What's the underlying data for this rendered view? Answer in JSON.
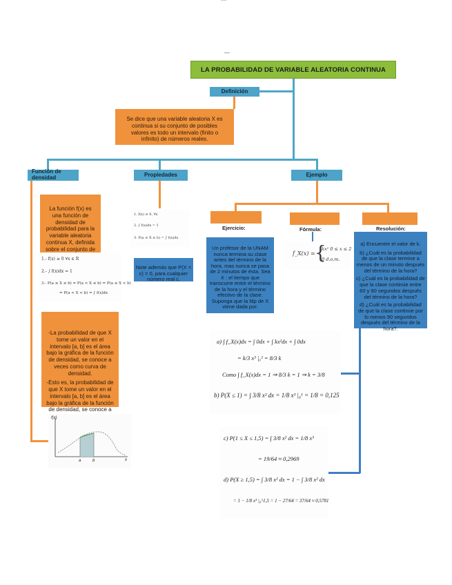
{
  "page_marker": "—",
  "title": "LA PROBABILIDAD DE VARIABLE ALEATORIA CONTINUA",
  "definicion": {
    "label": "Definición",
    "text": "Se dice que una variable aleatoria X es continua si su conjunto de posibles valores es todo un intervalo (finito o infinito) de números reales."
  },
  "funcion": {
    "label": "Función de densidad",
    "text1": "La función f(x) es una función de densidad de probabilidad para la variable aleatoria continua X, definida sobre el conjunto de los números reales, si:",
    "cond1": "1.- f(x) ≥ 0    ∀x ∈ R",
    "cond2": "2.- ∫ f(x)dx = 1",
    "cond3a": "3.- P(a ≤ X ≤ b) = P(a < X ≤ b) = P(a ≤ X < b)",
    "cond3b": "= P(a < X < b) = ∫ f(x)dx",
    "text2a": "-La probabilidad de que X tome un valor en el intervalo [a, b] es el área bajo la gráfica de la función de densidad, se conoce a veces como curva de densidad.",
    "text2b": "-Esto es, la probabilidad de que X tome un valor en el intervalo [a, b] es el área bajo la gráfica de la función de densidad, se conoce a veces como curva de densidad.",
    "graph_ylabel": "f(x)",
    "graph_a": "a",
    "graph_b": "b",
    "graph_x": "x"
  },
  "propiedades": {
    "label": "Propiedades",
    "p1": "1. f(x) ≥ 0, ∀x",
    "p2": "2. ∫ f(x)dx = 1",
    "p3": "3. P(a ≤ X ≤ b) = ∫ f(x)dx",
    "note": "Note además que P(X = c) = 0, para cualquier número real c."
  },
  "ejemplo": {
    "label": "Ejemplo",
    "ejercicio_label": "Ejercicio:",
    "ejercicio_text": "Un profesor de la UNAM nunca termina su clase antes del término de la hora, mas nunca se pasa de 2 minutos de ésta. Sea X : el tiempo que transcurre entre el término de la hora y el término efectivo de la clase. Suponga que la fdp de X viene dada por:",
    "formula_label": "Fórmula:",
    "formula_top": "kx²  0 ≤ x ≤ 2",
    "formula_bot": "0    d.o.m.",
    "formula_fx": "f_X(x) =",
    "resolucion_label": "Resolución:",
    "resolucion_text": [
      "a) Encuentre el valor de k.",
      "b) ¿Cuál es la probabilidad de que la clase termine a menos de un minuto después del término de la hora?",
      "c) ¿Cuál es la probabilidad de que la clase continúe entre 60 y 90 segundos después del término de la hora?",
      "d) ¿Cuál es la probabilidad de que la clase continúe por lo menos 90 segundos después del término de la hora?."
    ]
  },
  "solucion1": {
    "a1": "a) ∫ f_X(x)dx = ∫ 0dx + ∫ kx²dx + ∫ 0dx",
    "a2": "= k/3 x³ |₀² = 8/3 k",
    "a3": "Como ∫ f_X(x)dx = 1 ⇒ 8/3 k = 1 ⇒ k = 3/8",
    "b": "b) P(X ≤ 1) = ∫ 3/8 x² dx = 1/8 x³ |₀¹ = 1/8 = 0,125"
  },
  "solucion2": {
    "c1": "c) P(1 ≤ X ≤ 1,5) = ∫ 3/8 x² dx = 1/8 x³",
    "c2": "= 19/64 ≈ 0,2969",
    "d1": "d) P(X ≥ 1,5) = ∫ 3/8 x² dx = 1 − ∫ 3/8 x² dx",
    "d2": "= 1 − 1/8 x³ |₀^1,5 = 1 − 27/64 = 37/64 ≈ 0,5781"
  },
  "colors": {
    "title_green": "#8cbd3b",
    "label_blue": "#4ea3c8",
    "orange": "#f0923b",
    "dark_blue": "#3d82c0"
  }
}
